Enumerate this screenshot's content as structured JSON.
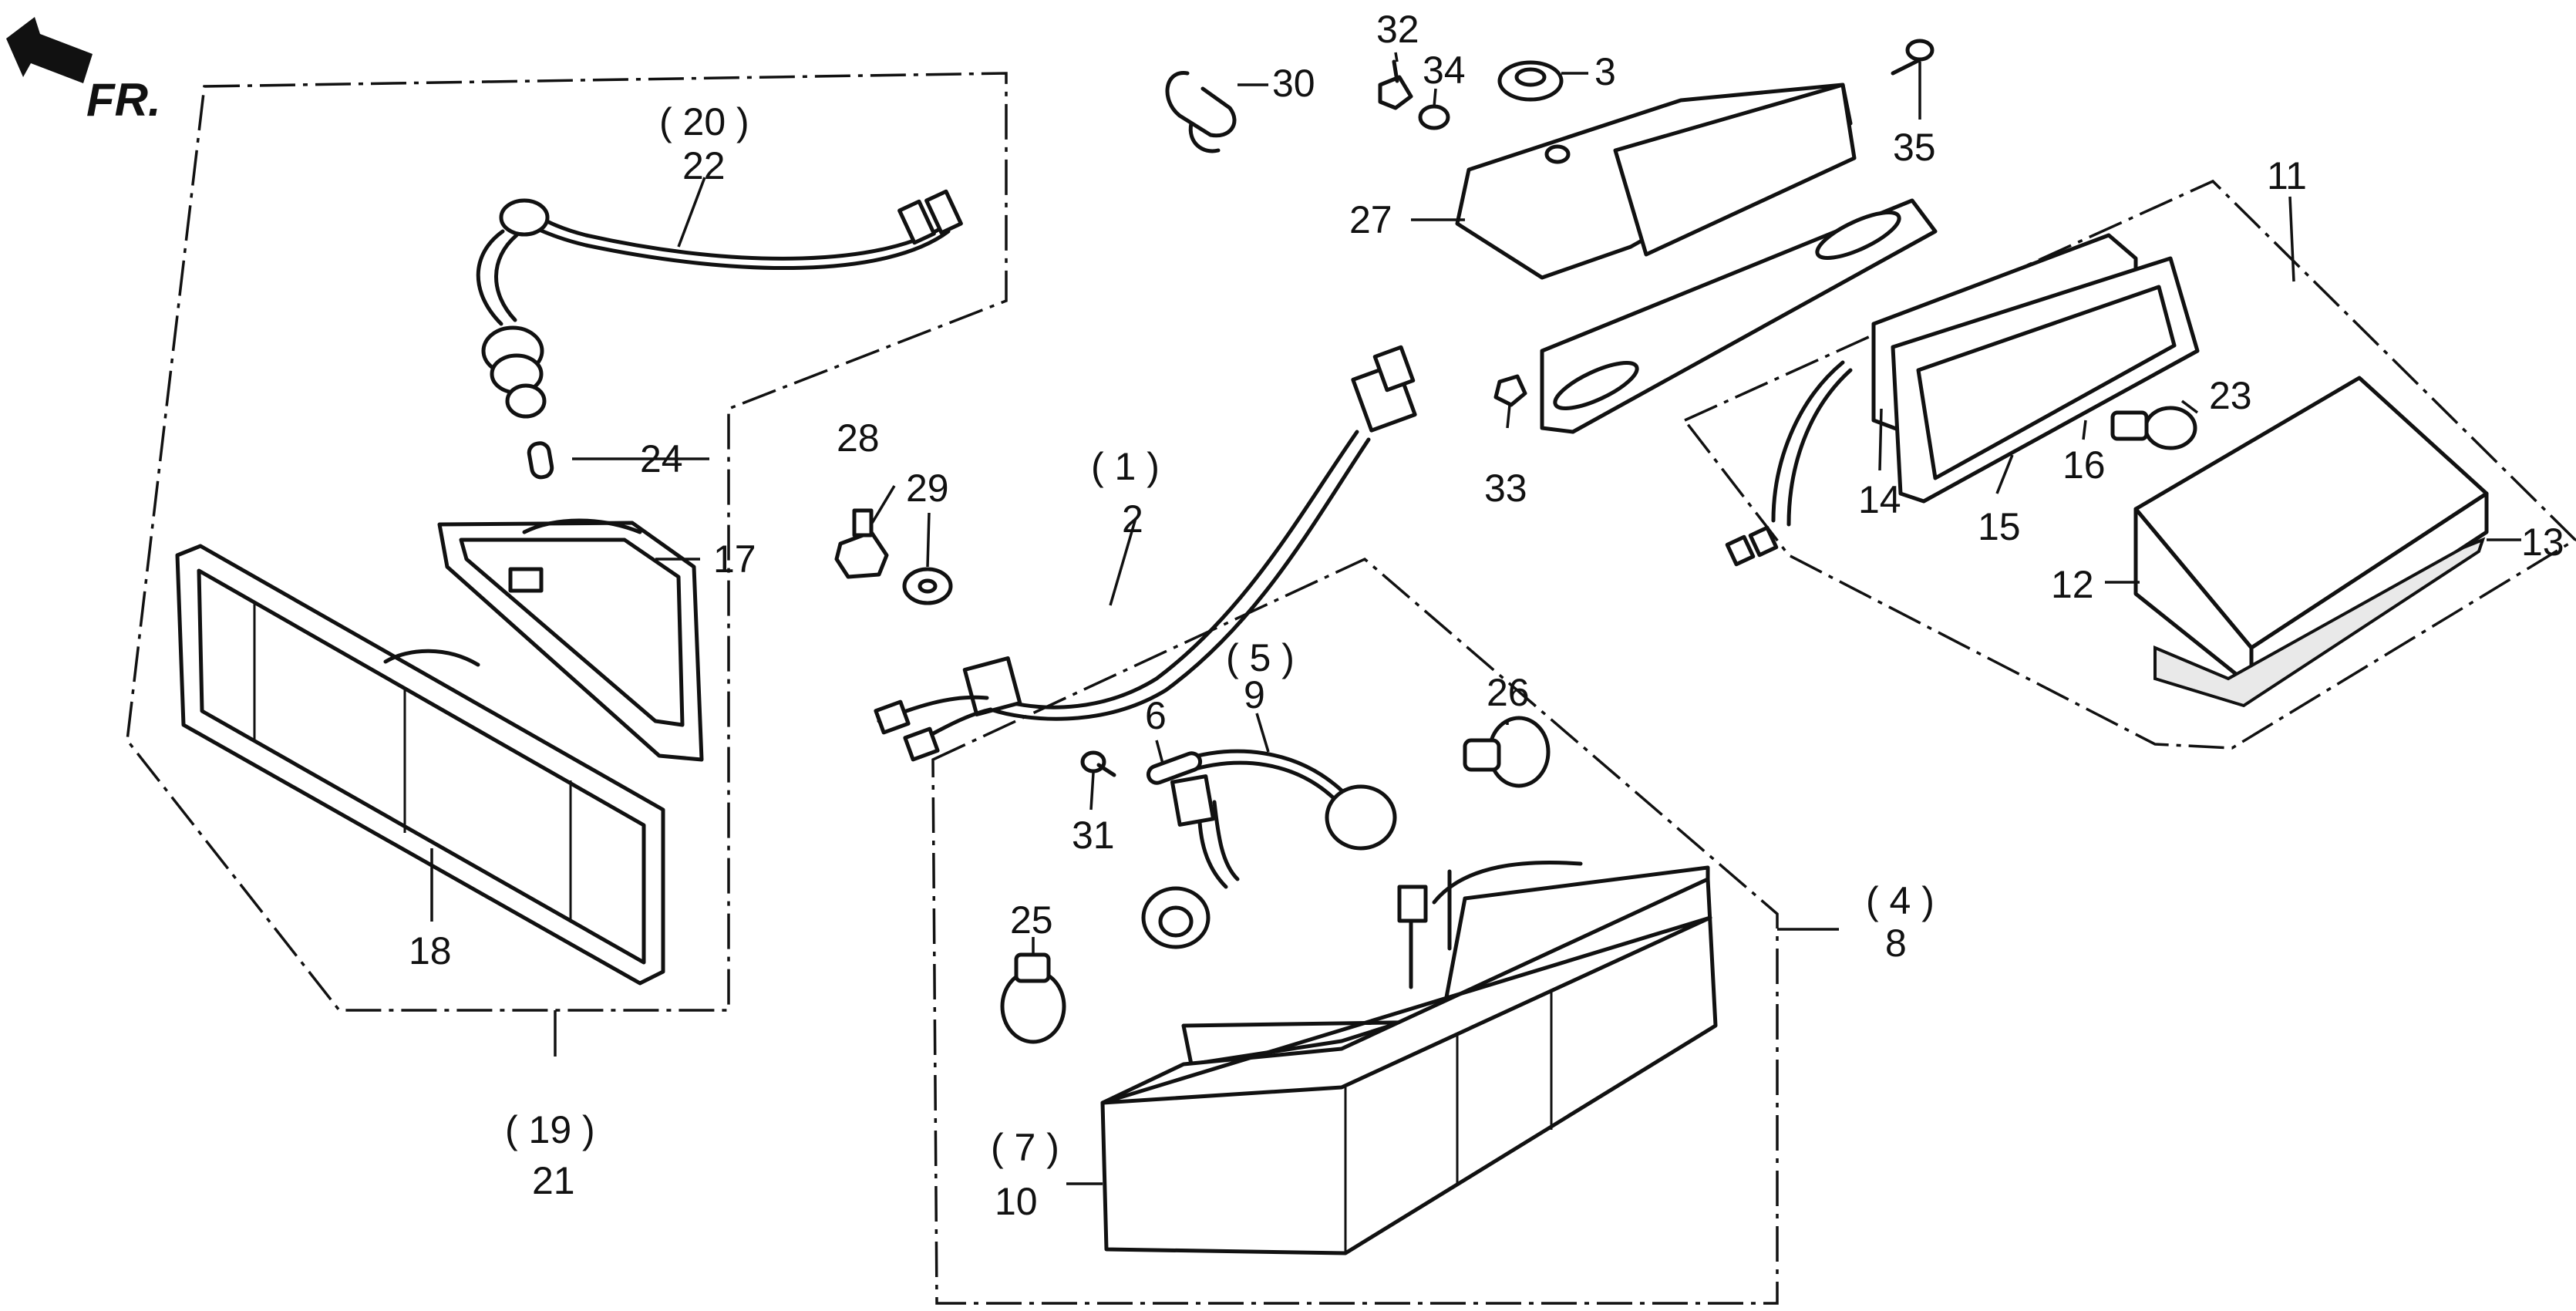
{
  "direction_label": "FR.",
  "callouts": {
    "c1": "( 1 )",
    "c2": "2",
    "c3": "3",
    "c4": "( 4 )",
    "c5": "( 5 )",
    "c6": "6",
    "c7": "( 7 )",
    "c8": "8",
    "c9": "9",
    "c10": "10",
    "c11": "11",
    "c12": "12",
    "c13": "13",
    "c14": "14",
    "c15": "15",
    "c16": "16",
    "c17": "17",
    "c18": "18",
    "c19": "( 19 )",
    "c20": "( 20 )",
    "c21": "21",
    "c22": "22",
    "c23": "23",
    "c24": "24",
    "c25": "25",
    "c26": "26",
    "c27": "27",
    "c28": "28",
    "c29": "29",
    "c30": "30",
    "c31": "31",
    "c32": "32",
    "c33": "33",
    "c34": "34",
    "c35": "35"
  }
}
